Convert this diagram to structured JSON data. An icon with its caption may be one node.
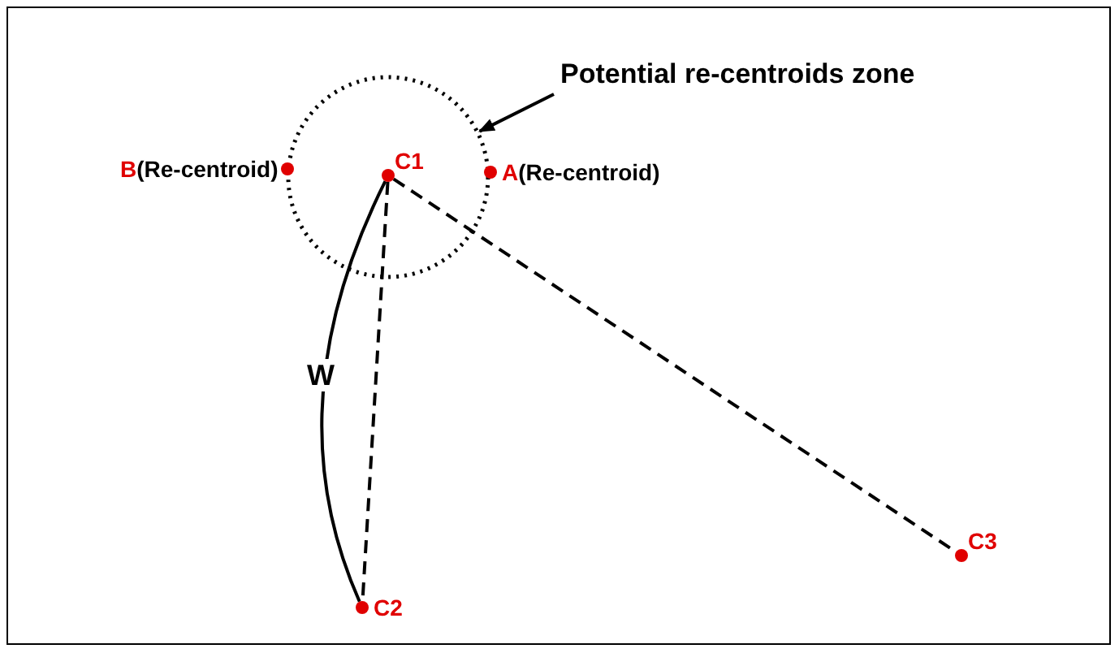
{
  "diagram": {
    "nodes": [
      {
        "text": [
          "Potential re-centroids zone"
        ]
      },
      {
        "text": [],
        "shape": "circle"
      },
      {
        "text": [
          "B",
          "(Re-centroid)"
        ]
      },
      {
        "text": [
          "C1"
        ],
        "in": 1
      },
      {
        "text": [
          "A",
          "(Re-centroid)"
        ]
      },
      {
        "text": [
          "C2"
        ]
      },
      {
        "text": [
          "C3"
        ]
      }
    ],
    "edges": [
      {
        "from": 0,
        "to": 1,
        "arrow": "to"
      },
      {
        "from": 3,
        "to": 5,
        "arrow": "none",
        "style": "dashed"
      },
      {
        "from": 3,
        "to": 6,
        "arrow": "none",
        "style": "dashed"
      },
      {
        "from": 3,
        "to": 5,
        "arrow": "none",
        "label": "W"
      }
    ]
  }
}
